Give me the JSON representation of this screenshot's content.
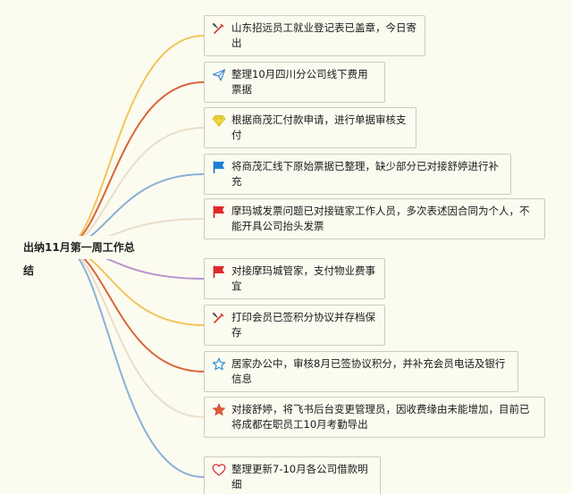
{
  "root": {
    "title": "出纳11月第一周工作总结"
  },
  "tasks": [
    {
      "text": "山东招远员工就业登记表已盖章，今日寄出",
      "icon": "wrench-tool-icon",
      "branch_color": "#f2c55c"
    },
    {
      "text": "整理10月四川分公司线下费用票据",
      "icon": "paper-plane-icon",
      "branch_color": "#d9643a"
    },
    {
      "text": "根据商茂汇付款申请，进行单据审核支付",
      "icon": "diamond-icon",
      "branch_color": "#eaddc8"
    },
    {
      "text": "将商茂汇线下原始票据已整理，缺少部分已对接舒婷进行补充",
      "icon": "blue-flag-icon",
      "branch_color": "#89b1d6"
    },
    {
      "text": "摩玛城发票问题已对接链家工作人员，多次表述因合同为个人，不能开具公司抬头发票",
      "icon": "red-flag-icon",
      "branch_color": "#eaddc8"
    },
    {
      "text": "对接摩玛城管家，支付物业费事宜",
      "icon": "red-flag-icon",
      "branch_color": "#b993cf"
    },
    {
      "text": "打印会员已签积分协议并存档保存",
      "icon": "wrench-tool-icon",
      "branch_color": "#f2c55c"
    },
    {
      "text": "居家办公中，审核8月已签协议积分，并补充会员电话及银行信息",
      "icon": "star-outline-icon",
      "branch_color": "#d9643a"
    },
    {
      "text": "对接舒婷，将飞书后台变更管理员，因收费缘由未能增加，目前已将成都在职员工10月考勤导出",
      "icon": "star-filled-icon",
      "branch_color": "#eaddc8"
    },
    {
      "text": "整理更新7-10月各公司借款明细",
      "icon": "heart-outline-icon",
      "branch_color": "#89b1d6"
    }
  ]
}
